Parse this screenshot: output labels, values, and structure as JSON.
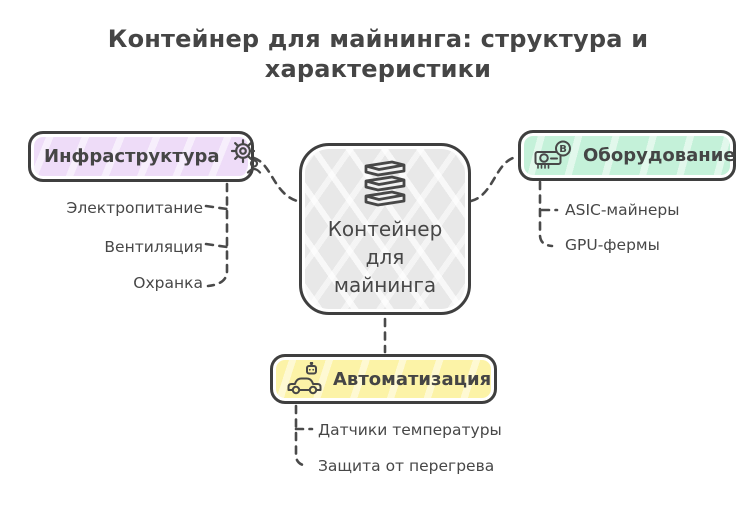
{
  "title": "Контейнер для майнинга: структура и характеристики",
  "center": {
    "label": "Контейнер для майнинга",
    "label_lines": [
      "Контейнер",
      "для",
      "майнинга"
    ],
    "icon": "container-stack-icon",
    "fill": "#e8e8e8"
  },
  "branches": {
    "infrastructure": {
      "label": "Инфраструктура",
      "icon": "gear-person-icon",
      "fill": "#eedcf8",
      "children": [
        "Электропитание",
        "Вентиляция",
        "Охранка"
      ]
    },
    "equipment": {
      "label": "Оборудование",
      "icon": "gpu-bitcoin-icon",
      "fill": "#c4f1d9",
      "children": [
        "ASIC-майнеры",
        "GPU-фермы"
      ]
    },
    "automation": {
      "label": "Автоматизация",
      "icon": "robot-car-icon",
      "fill": "#fcf3a7",
      "children": [
        "Датчики температуры",
        "Защита от перегрева"
      ]
    }
  },
  "colors": {
    "ink": "#474747",
    "node_border": "#3f3f3f",
    "background": "#ffffff"
  }
}
